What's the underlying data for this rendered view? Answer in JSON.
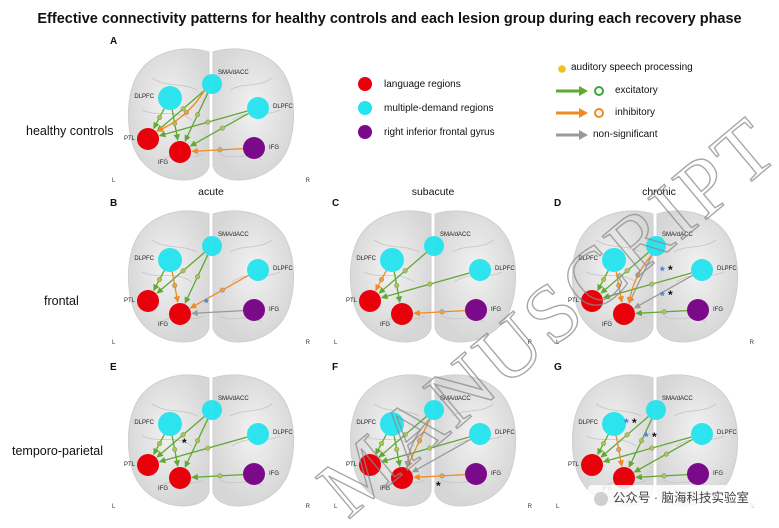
{
  "title": "Effective connectivity patterns for healthy controls and each lesion group during each recovery phase",
  "rows": [
    "healthy controls",
    "frontal",
    "temporo-parietal"
  ],
  "phases": [
    "acute",
    "subacute",
    "chronic"
  ],
  "panel_letters": {
    "A": "A",
    "B": "B",
    "C": "C",
    "D": "D",
    "E": "E",
    "F": "F",
    "G": "G"
  },
  "node_labels": {
    "sma": "SMA/dACC",
    "dlpfc": "DLPFC",
    "ptl": "PTL",
    "ifg": "IFG"
  },
  "hemisphere_labels": {
    "left": "L",
    "right": "R"
  },
  "legend": {
    "language": "language regions",
    "md": "multiple-demand regions",
    "rifg": "right inferior frontal gyrus",
    "auditory": "auditory speech processing",
    "excitatory": "excitatory",
    "inhibitory": "inhibitory",
    "nonsig": "non-significant"
  },
  "colors": {
    "language": "#e8000b",
    "md": "#23e4ee",
    "rifg": "#7b0a8a",
    "auditory": "#f0c020",
    "excitatory": "#5fa832",
    "inhibitory": "#f08a24",
    "nonsig": "#9a9a9a",
    "sig_blue": "#3b7fe0"
  },
  "watermark": "MANUSCRIPT",
  "footer": "公众号 · 脑海科技实验室"
}
